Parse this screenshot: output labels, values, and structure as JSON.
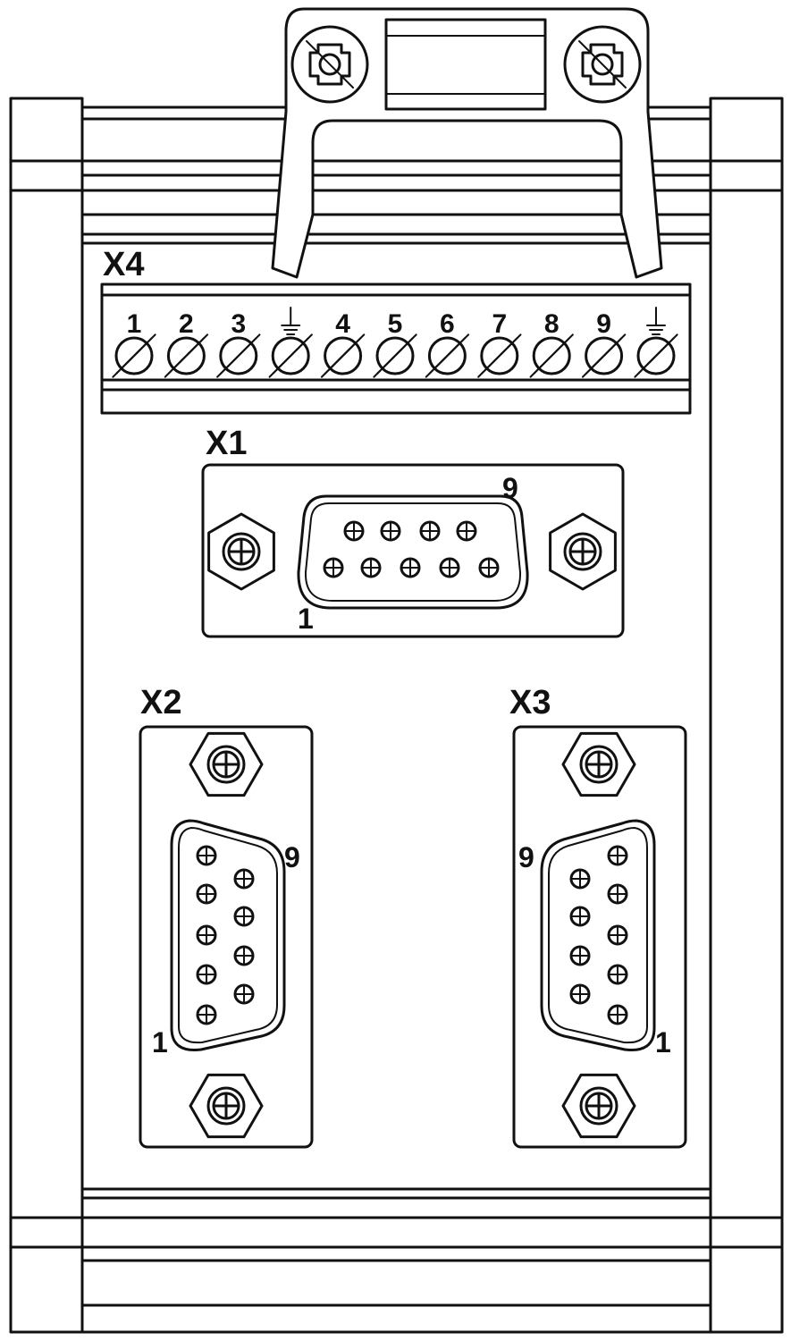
{
  "terminal_block": {
    "label": "X4",
    "terminals": [
      "1",
      "2",
      "3",
      "⏚",
      "4",
      "5",
      "6",
      "7",
      "8",
      "9",
      "⏚"
    ]
  },
  "connectors": {
    "x1": {
      "label": "X1",
      "pin_first": "1",
      "pin_last": "9"
    },
    "x2": {
      "label": "X2",
      "pin_first": "1",
      "pin_last": "9"
    },
    "x3": {
      "label": "X3",
      "pin_first": "1",
      "pin_last": "9"
    }
  },
  "colors": {
    "line": "#111111",
    "background": "#ffffff"
  }
}
